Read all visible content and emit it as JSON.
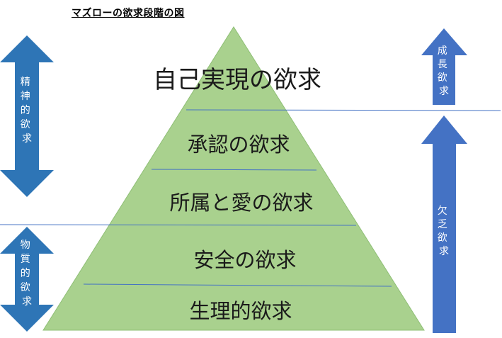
{
  "title": "マズローの欲求段階の図",
  "levels": [
    {
      "label": "自己実現の欲求"
    },
    {
      "label": "承認の欲求"
    },
    {
      "label": "所属と愛の欲求"
    },
    {
      "label": "安全の欲求"
    },
    {
      "label": "生理的欲求"
    }
  ],
  "left_arrows": {
    "upper": {
      "label": "精神的欲求"
    },
    "lower": {
      "label": "物質的欲求"
    }
  },
  "right_arrows": {
    "upper": {
      "label": "成長欲求"
    },
    "lower": {
      "label": "欠乏欲求"
    }
  },
  "colors": {
    "pyramid_fill": "#a9d18e",
    "pyramid_line": "#4472c4",
    "left_arrow": "#2e75b6",
    "right_arrow": "#4472c4"
  }
}
